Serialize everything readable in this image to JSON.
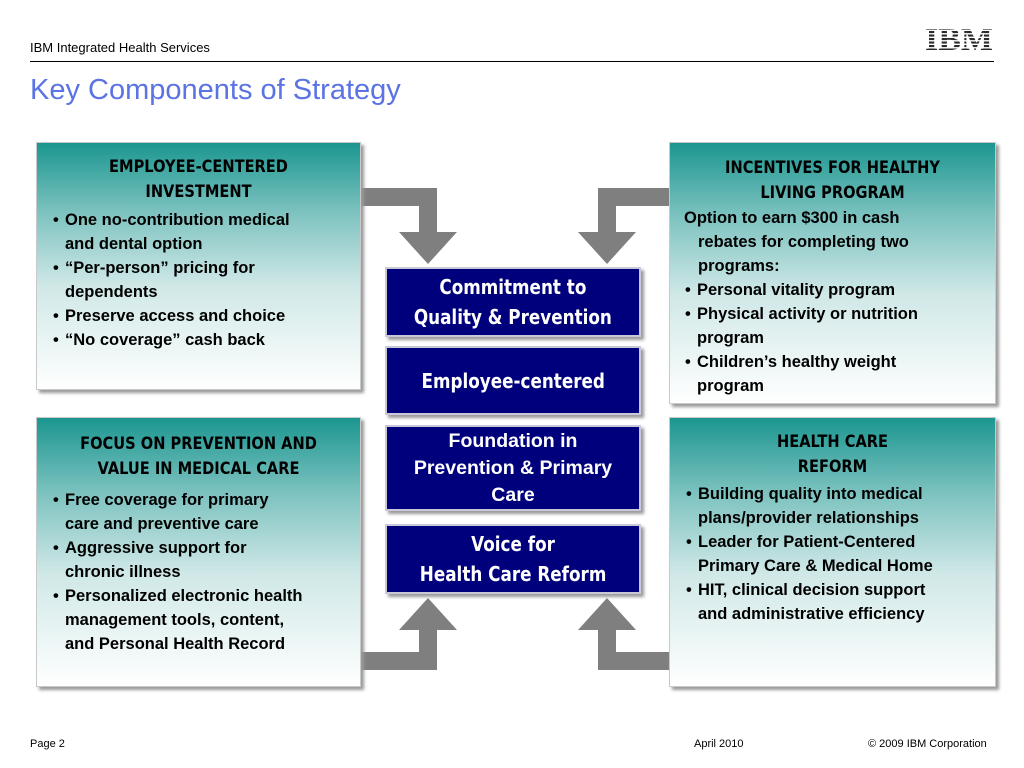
{
  "header": {
    "org": "IBM Integrated Health Services",
    "logo_text": "IBM"
  },
  "slide": {
    "title": "Key Components of Strategy"
  },
  "boxes": {
    "top_left": {
      "heading": [
        "EMPLOYEE-CENTERED",
        "INVESTMENT"
      ],
      "bullets": [
        [
          "One no-contribution medical",
          "and dental option"
        ],
        [
          "“Per-person” pricing for",
          "dependents"
        ],
        [
          "Preserve access and choice"
        ],
        [
          "“No coverage” cash back"
        ]
      ]
    },
    "top_right": {
      "heading": [
        "INCENTIVES FOR HEALTHY",
        "LIVING PROGRAM"
      ],
      "intro": [
        "Option to earn $300 in cash",
        "rebates for completing two",
        "programs:"
      ],
      "bullets": [
        [
          "Personal vitality program"
        ],
        [
          "Physical activity or nutrition",
          "program"
        ],
        [
          "Children’s healthy weight",
          "program"
        ]
      ]
    },
    "bottom_left": {
      "heading": [
        "FOCUS ON PREVENTION AND",
        "VALUE IN MEDICAL CARE"
      ],
      "bullets": [
        [
          "Free coverage for primary",
          "care and preventive care"
        ],
        [
          "Aggressive support for",
          "chronic illness"
        ],
        [
          "Personalized electronic health",
          "management tools, content,",
          "and Personal Health Record"
        ]
      ]
    },
    "bottom_right": {
      "heading": [
        "HEALTH CARE",
        "REFORM"
      ],
      "bullets": [
        [
          "Building quality into medical",
          "plans/provider relationships"
        ],
        [
          "Leader for Patient-Centered",
          "Primary Care & Medical Home"
        ],
        [
          "HIT, clinical decision support",
          "and administrative efficiency"
        ]
      ]
    }
  },
  "pillars": [
    [
      "Commitment to",
      "Quality & Prevention"
    ],
    [
      "Employee-centered"
    ],
    [
      "Foundation in",
      "Prevention & Primary",
      "Care"
    ],
    [
      "Voice for",
      "Health Care Reform"
    ]
  ],
  "footer": {
    "page": "Page 2",
    "date": "April 2010",
    "copyright": "© 2009 IBM Corporation"
  },
  "colors": {
    "title": "#5b73e3",
    "pillar_fill": "#00007c",
    "box_gradient_top": "#1c9690",
    "arrow": "#7f7f7f"
  }
}
